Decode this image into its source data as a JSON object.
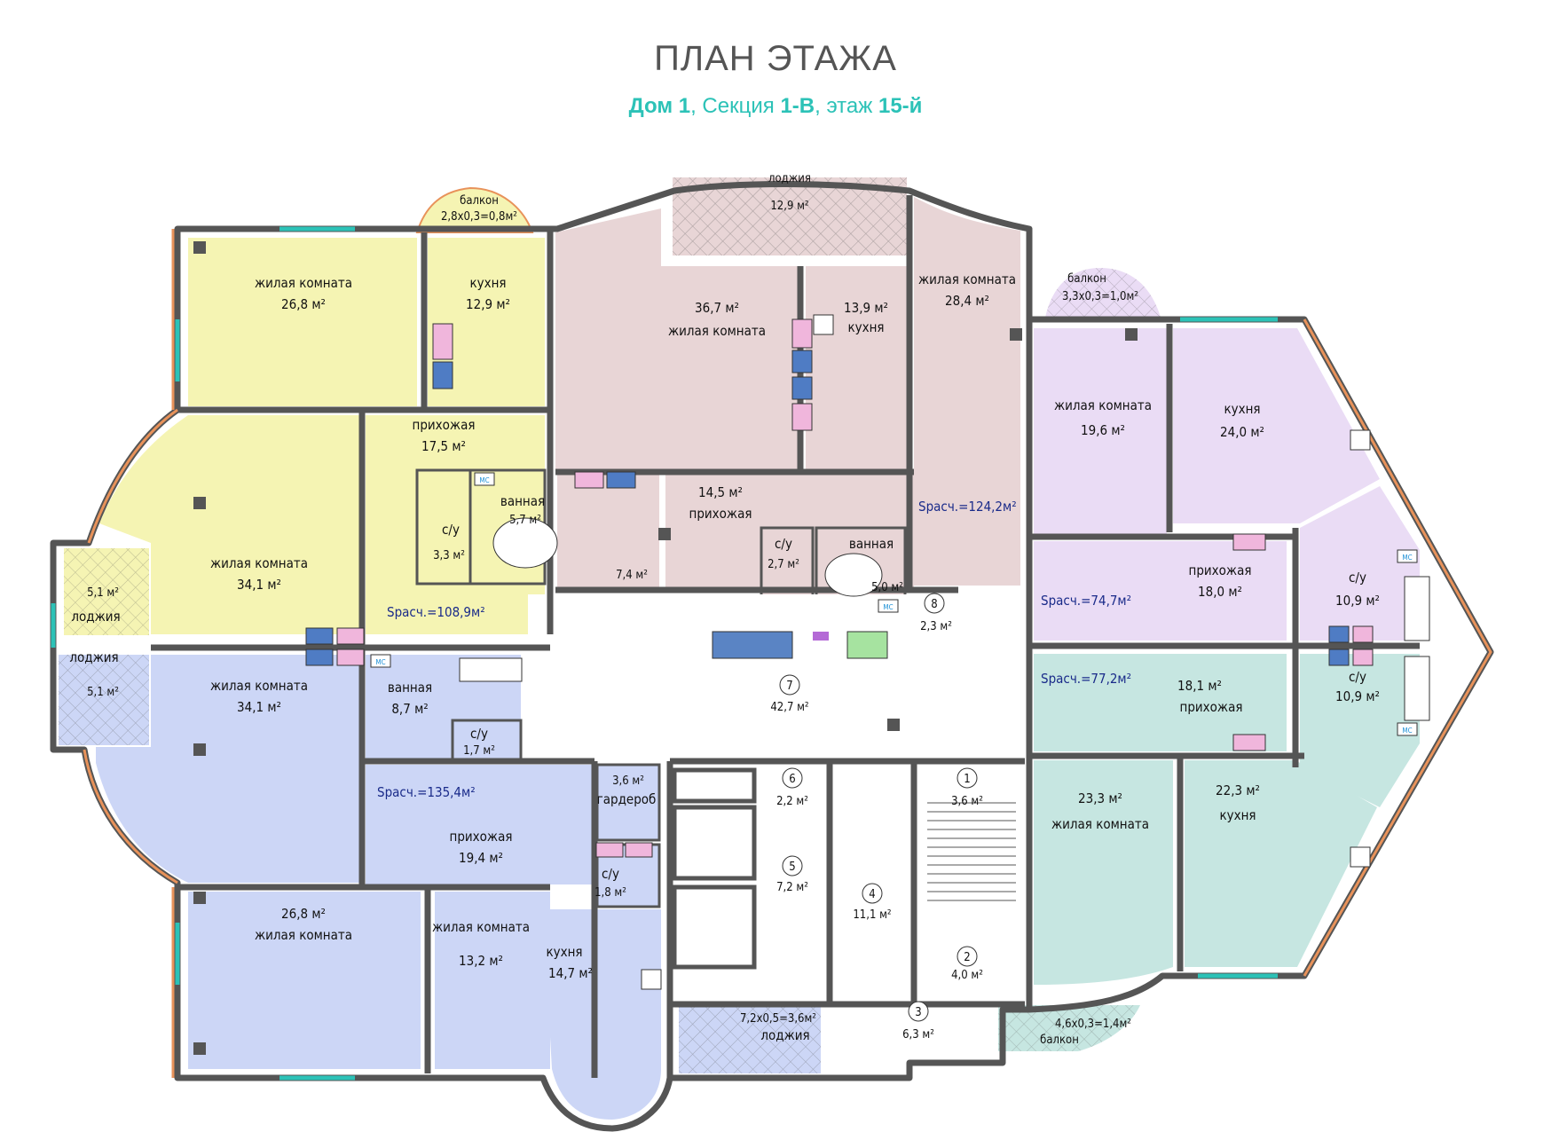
{
  "header": {
    "title": "ПЛАН ЭТАЖА",
    "subtitle": {
      "house": "Дом 1",
      "sep1": ", Секция ",
      "section": "1-В",
      "sep2": ", этаж ",
      "floor": "15-й"
    }
  },
  "colors": {
    "yellow": "#f5f4b3",
    "pink": "#e8d5d6",
    "lilac": "#eadcf5",
    "teal": "#c6e6e1",
    "blue": "#ccd6f6",
    "wall": "#555555",
    "accent": "#2cc2b7",
    "window": "#e8925a"
  },
  "apartments": [
    {
      "id": "yellow",
      "total": "Sрасч.=108,9м²"
    },
    {
      "id": "pink",
      "total": "Sрасч.=124,2м²"
    },
    {
      "id": "lilac",
      "total": "Sрасч.=74,7м²"
    },
    {
      "id": "teal",
      "total": "Sрасч.=77,2м²"
    },
    {
      "id": "blue",
      "total": "Sрасч.=135,4м²"
    }
  ],
  "rooms": {
    "y_living1": {
      "name": "жилая комната",
      "area": "26,8 м²"
    },
    "y_kitchen": {
      "name": "кухня",
      "area": "12,9 м²"
    },
    "y_balcony": {
      "name": "балкон",
      "area": "2,8х0,3=0,8м²"
    },
    "y_hall": {
      "name": "прихожая",
      "area": "17,5 м²"
    },
    "y_living2": {
      "name": "жилая комната",
      "area": "34,1 м²"
    },
    "y_wc": {
      "name": "с/у",
      "area": "3,3 м²"
    },
    "y_bath": {
      "name": "ванная",
      "area": "5,7 м²"
    },
    "y_loggia": {
      "name": "лоджия",
      "area": "5,1 м²"
    },
    "b_loggia": {
      "name": "лоджия",
      "area": "5,1 м²"
    },
    "p_loggia": {
      "name": "лоджия",
      "area": "12,9 м²"
    },
    "p_living1": {
      "name": "жилая комната",
      "area": "36,7 м²"
    },
    "p_kitchen": {
      "name": "кухня",
      "area": "13,9 м²"
    },
    "p_living2": {
      "name": "жилая комната",
      "area": "28,4 м²"
    },
    "p_hall": {
      "name": "прихожая",
      "area": "14,5 м²"
    },
    "p_closet": {
      "area": "7,4 м²"
    },
    "p_wc": {
      "name": "с/у",
      "area": "2,7 м²"
    },
    "p_bath": {
      "name": "ванная",
      "area": "5,0 м²"
    },
    "l_balcony": {
      "name": "балкон",
      "area": "3,3х0,3=1,0м²"
    },
    "l_living": {
      "name": "жилая комната",
      "area": "19,6 м²"
    },
    "l_kitchen": {
      "name": "кухня",
      "area": "24,0 м²"
    },
    "l_hall": {
      "name": "прихожая",
      "area": "18,0 м²"
    },
    "l_wc": {
      "name": "с/у",
      "area": "10,9 м²"
    },
    "t_hall": {
      "name": "прихожая",
      "area": "18,1 м²"
    },
    "t_wc": {
      "name": "с/у",
      "area": "10,9 м²"
    },
    "t_living": {
      "name": "жилая комната",
      "area": "23,3 м²"
    },
    "t_kitchen": {
      "name": "кухня",
      "area": "22,3 м²"
    },
    "t_balcony": {
      "name": "балкон",
      "area": "4,6х0,3=1,4м²"
    },
    "b_living1": {
      "name": "жилая комната",
      "area": "34,1 м²"
    },
    "b_bath": {
      "name": "ванная",
      "area": "8,7 м²"
    },
    "b_wc1": {
      "name": "с/у",
      "area": "1,7 м²"
    },
    "b_wardrobe": {
      "name": "гардероб",
      "area": "3,6 м²"
    },
    "b_hall": {
      "name": "прихожая",
      "area": "19,4 м²"
    },
    "b_wc2": {
      "name": "с/у",
      "area": "1,8 м²"
    },
    "b_living2": {
      "name": "жилая комната",
      "area": "26,8 м²"
    },
    "b_living3": {
      "name": "жилая комната",
      "area": "13,2 м²"
    },
    "b_kitchen": {
      "name": "кухня",
      "area": "14,7 м²"
    },
    "b_loggia2": {
      "name": "лоджия",
      "area": "7,2х0,5=3,6м²"
    }
  },
  "common": {
    "c1": {
      "num": "1",
      "area": "3,6 м²"
    },
    "c2": {
      "num": "2",
      "area": "4,0 м²"
    },
    "c3": {
      "num": "3",
      "area": "6,3 м²"
    },
    "c4": {
      "num": "4",
      "area": "11,1 м²"
    },
    "c5": {
      "num": "5",
      "area": "7,2 м²"
    },
    "c6": {
      "num": "6",
      "area": "2,2 м²"
    },
    "c7": {
      "num": "7",
      "area": "42,7 м²"
    },
    "c8": {
      "num": "8",
      "area": "2,3 м²"
    }
  },
  "fixtures": {
    "ms": "МС"
  }
}
